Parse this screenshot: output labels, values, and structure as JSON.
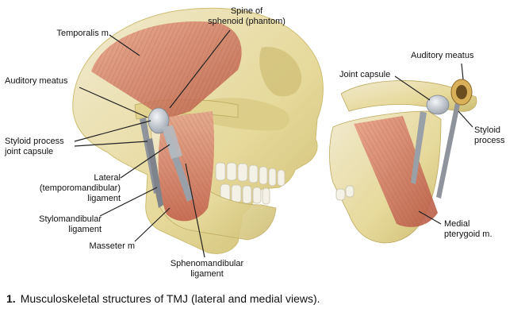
{
  "labels": {
    "temporalis": "Temporalis m.",
    "spine_1": "Spine of",
    "spine_2": "sphenoid (phantom)",
    "auditory_left": "Auditory meatus",
    "styloid_jc_1": "Styloid process",
    "styloid_jc_2": "joint capsule",
    "lateral_1": "Lateral",
    "lateral_2": "(temporomandibular)",
    "lateral_3": "ligament",
    "stylomand_1": "Stylomandibular",
    "stylomand_2": "ligament",
    "masseter": "Masseter m",
    "spheno_1": "Sphenomandibular",
    "spheno_2": "ligament",
    "joint_capsule": "Joint capsule",
    "auditory_right": "Auditory meatus",
    "styloid_1": "Styloid",
    "styloid_2": "process",
    "medial_1": "Medial",
    "medial_2": "pterygoid m."
  },
  "caption": {
    "number": "1.",
    "text": "Musculoskeletal structures of TMJ (lateral and medial views)."
  },
  "colors": {
    "bone": "#e9dfa5",
    "bone_dark": "#cdbd72",
    "muscle": "#d9826a",
    "muscle_dark": "#b85a45",
    "ligament": "#8f939c",
    "teeth": "#f4f1e6",
    "leader": "#222222"
  }
}
